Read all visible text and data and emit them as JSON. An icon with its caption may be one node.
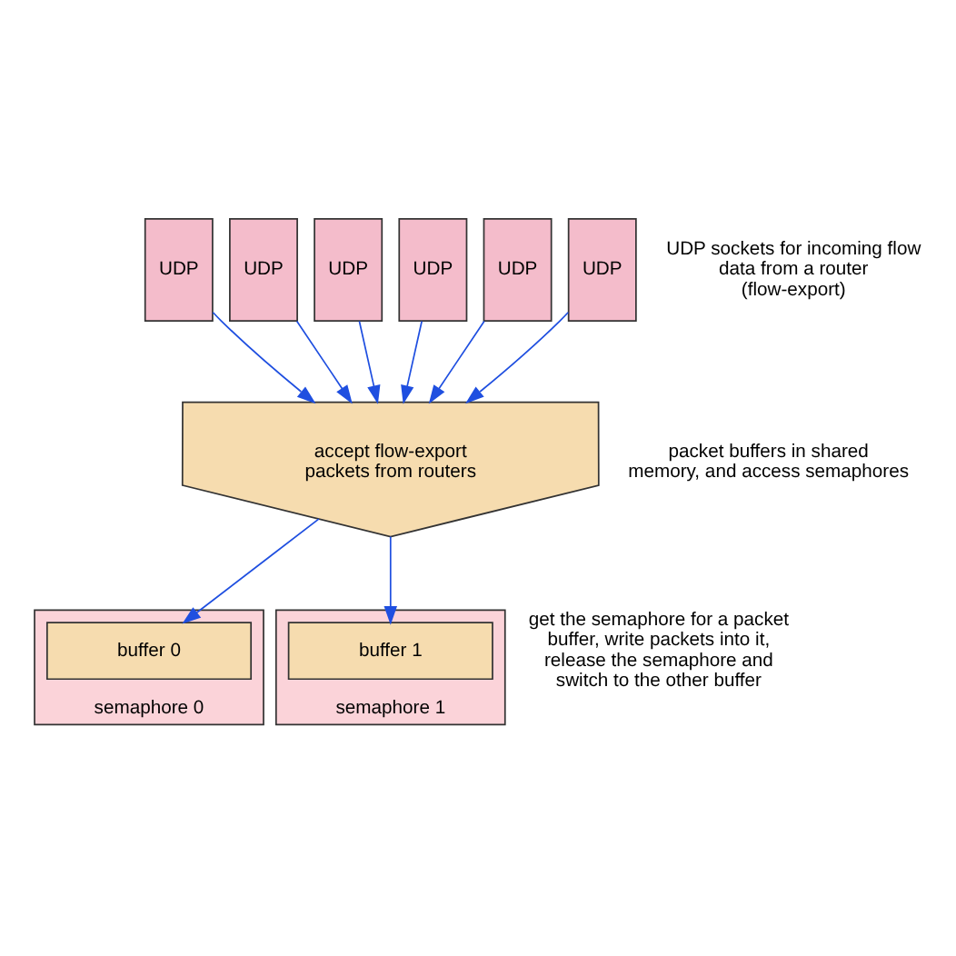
{
  "diagram": {
    "nodes": [
      {
        "text": [
          "UDP"
        ]
      },
      {
        "text": [
          "UDP"
        ]
      },
      {
        "text": [
          "UDP"
        ]
      },
      {
        "text": [
          "UDP"
        ]
      },
      {
        "text": [
          "UDP"
        ]
      },
      {
        "text": [
          "UDP"
        ]
      },
      {
        "text": [
          "accept flow-export packets from routers"
        ]
      },
      {
        "text": [
          "semaphore 0"
        ]
      },
      {
        "text": [
          "buffer 0"
        ],
        "in": 7
      },
      {
        "text": [
          "semaphore 1"
        ]
      },
      {
        "text": [
          "buffer 1"
        ],
        "in": 9
      }
    ],
    "edges": [
      {
        "from": 0,
        "to": 6,
        "arrow": "to"
      },
      {
        "from": 1,
        "to": 6,
        "arrow": "to"
      },
      {
        "from": 2,
        "to": 6,
        "arrow": "to"
      },
      {
        "from": 3,
        "to": 6,
        "arrow": "to"
      },
      {
        "from": 4,
        "to": 6,
        "arrow": "to"
      },
      {
        "from": 5,
        "to": 6,
        "arrow": "to"
      },
      {
        "from": 6,
        "to": 8,
        "arrow": "to"
      },
      {
        "from": 6,
        "to": 10,
        "arrow": "to"
      }
    ],
    "labels": [
      "UDP sockets for incoming flow data from a router (flow-export)",
      "packet buffers in shared memory, and access semaphores",
      "get the semaphore for a packet buffer, write packets into it, release the semaphore and switch to the other buffer"
    ]
  }
}
